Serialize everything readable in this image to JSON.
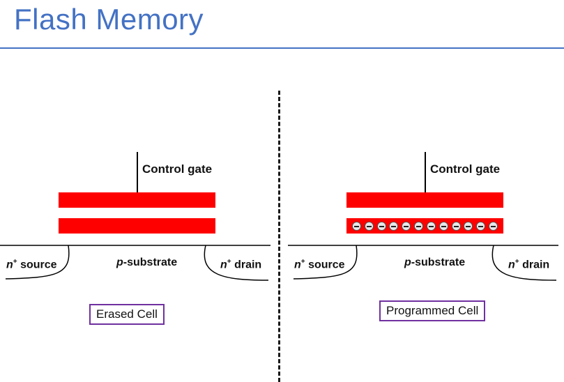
{
  "slide": {
    "title": "Flash Memory"
  },
  "cells": [
    {
      "caption": "Erased Cell",
      "gate_label": "Control gate",
      "source": {
        "prefix": "n",
        "sup": "+",
        "label": " source"
      },
      "substrate": {
        "prefix": "p",
        "label": "-substrate"
      },
      "drain": {
        "prefix": "n",
        "sup": "+",
        "label": " drain"
      },
      "trapped_electrons": 0
    },
    {
      "caption": "Programmed Cell",
      "gate_label": "Control gate",
      "source": {
        "prefix": "n",
        "sup": "+",
        "label": " source"
      },
      "substrate": {
        "prefix": "p",
        "label": "-substrate"
      },
      "drain": {
        "prefix": "n",
        "sup": "+",
        "label": " drain"
      },
      "trapped_electrons": 12
    }
  ],
  "colors": {
    "title": "#4472c4",
    "gate": "#ff0000",
    "caption_border": "#7030a0"
  }
}
